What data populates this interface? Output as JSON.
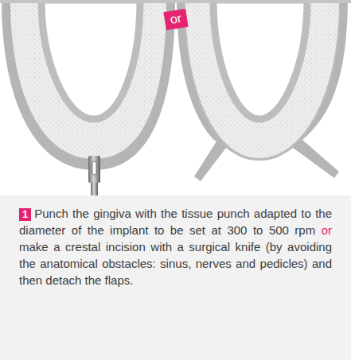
{
  "diagram": {
    "labels": [
      "or",
      "1",
      "Punch the gingiva with the tissue punch adapted to the diameter of the implant to be set at 300 to 500 rpm",
      "or",
      "make a crestal incision with a surgical knife (by avoiding the anatomical obstacles: sinus, nerves and pedicles) and then detach the flaps."
    ]
  }
}
